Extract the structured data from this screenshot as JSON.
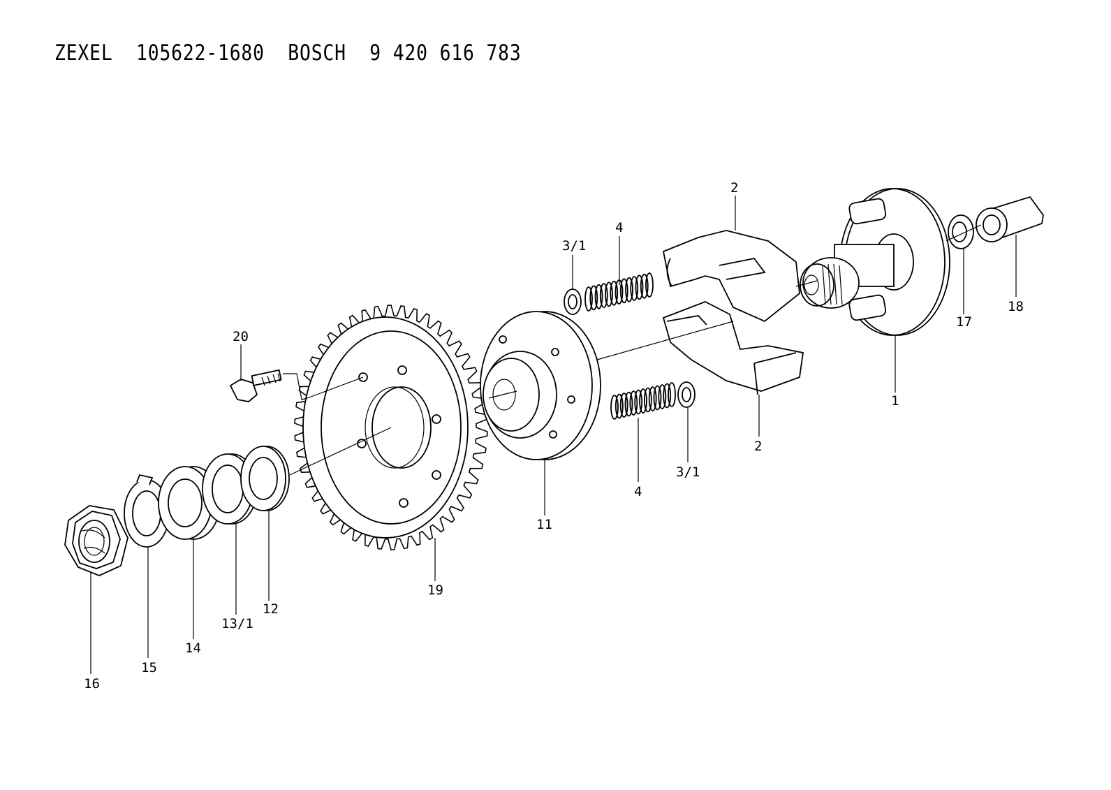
{
  "title": "ZEXEL  105622-1680  BOSCH  9 420 616 783",
  "callouts": {
    "c1": "1",
    "c2a": "2",
    "c2b": "2",
    "c3a": "3/1",
    "c3b": "3/1",
    "c4a": "4",
    "c4b": "4",
    "c11": "11",
    "c12": "12",
    "c13": "13/1",
    "c14": "14",
    "c15": "15",
    "c16": "16",
    "c17": "17",
    "c18": "18",
    "c19": "19",
    "c20": "20"
  }
}
